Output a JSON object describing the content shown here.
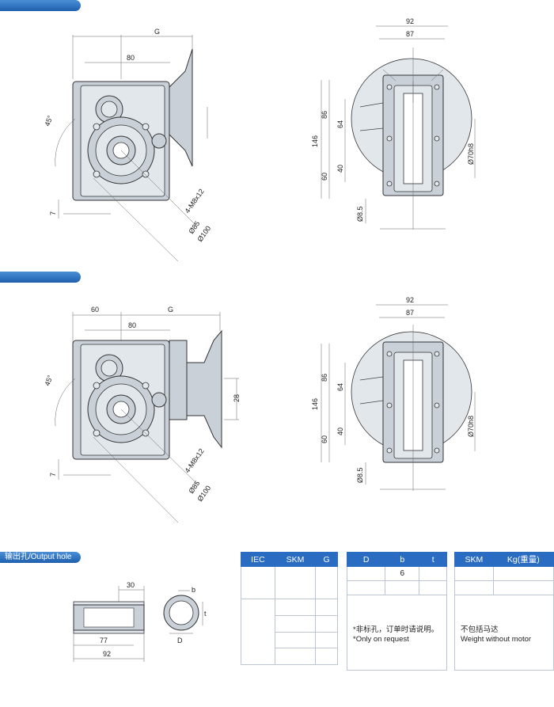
{
  "headers": {
    "section1": "",
    "section2": "",
    "section3": "输出孔/Output hole"
  },
  "drawing1": {
    "front": {
      "dim_top_a": "",
      "dim_top_g": "G",
      "dim_80": "80",
      "angle": "45°",
      "dim_7": "7",
      "bolt_label": "4-M8x12",
      "d85": "Ø85",
      "d100": "Ø100"
    },
    "side": {
      "dim_92": "92",
      "dim_87": "87",
      "dim_146": "146",
      "dim_86": "86",
      "dim_64": "64",
      "dim_60": "60",
      "dim_40": "40",
      "dim_85": "Ø8.5",
      "dim_70": "Ø70h8"
    }
  },
  "drawing2": {
    "front": {
      "dim_60": "60",
      "dim_g": "G",
      "dim_80": "80",
      "angle": "45°",
      "dim_28": "28",
      "dim_7": "7",
      "bolt_label": "4-M8x12",
      "d85": "Ø85",
      "d100": "Ø100"
    },
    "side": {
      "dim_92": "92",
      "dim_87": "87",
      "dim_146": "146",
      "dim_86": "86",
      "dim_64": "64",
      "dim_60": "60",
      "dim_40": "40",
      "dim_85": "Ø8.5",
      "dim_70": "Ø70h8"
    }
  },
  "output_hole": {
    "dim_30": "30",
    "dim_77": "77",
    "dim_92": "92",
    "dim_b": "b",
    "dim_t": "t",
    "dim_d": "D"
  },
  "table1": {
    "headers": [
      "IEC",
      "SKM",
      "G"
    ]
  },
  "table2": {
    "headers": [
      "D",
      "b",
      "t"
    ],
    "row1_b": "6",
    "note_cn": "*非标孔，订单时请说明。",
    "note_en": "*Only on request"
  },
  "table3": {
    "headers": [
      "SKM",
      "Kg(重量)"
    ],
    "note_cn": "不包括马达",
    "note_en": "Weight without motor"
  }
}
